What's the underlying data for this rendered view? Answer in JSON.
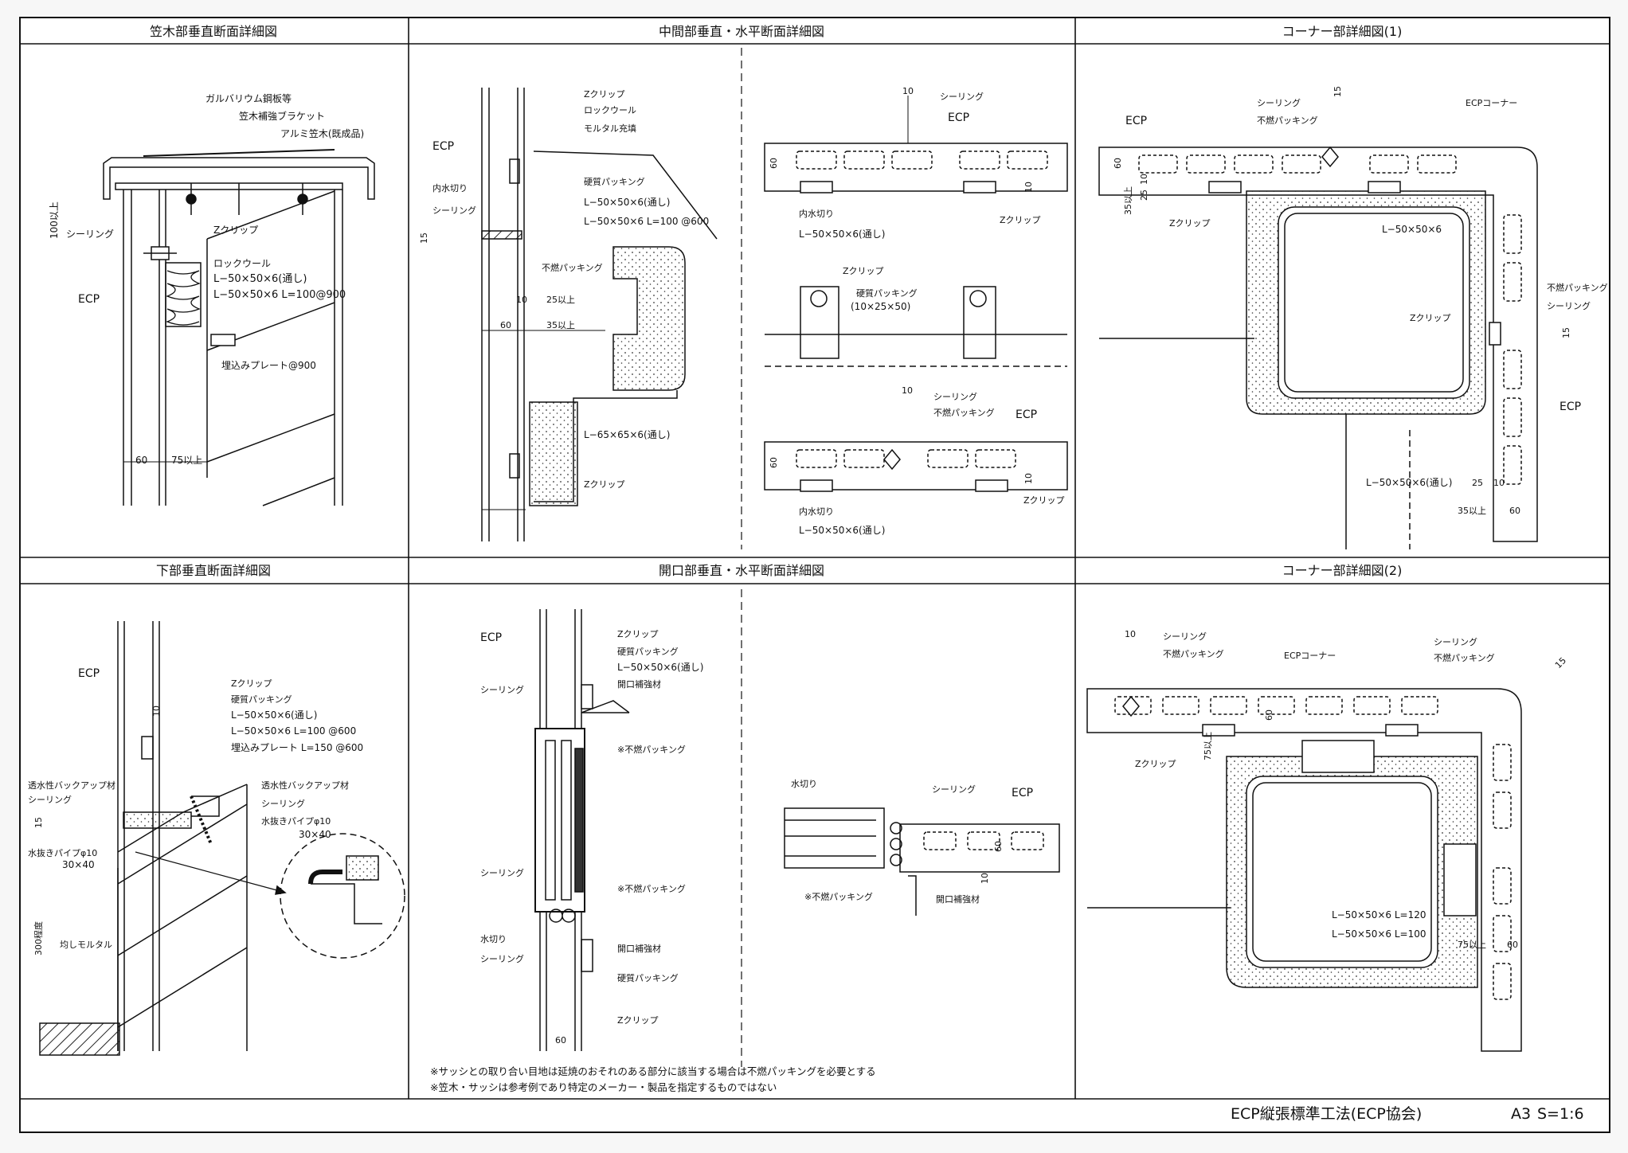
{
  "panels": {
    "kasagi": {
      "title": "笠木部垂直断面詳細図",
      "labels": {
        "galvalume": "ガルバリウム鋼板等",
        "bracket": "笠木補強ブラケット",
        "alumi": "アルミ笠木(既成品)",
        "dim100": "100以上",
        "sealing": "シーリング",
        "zclip": "Zクリップ",
        "rockwool": "ロックウール",
        "angle1": "L−50×50×6(通し)",
        "angle2": "L−50×50×6  L=100@900",
        "ecp": "ECP",
        "plate": "埋込みプレート@900",
        "dim60": "60",
        "dim75": "75以上"
      }
    },
    "chukan": {
      "title": "中間部垂直・水平断面詳細図",
      "labels": {
        "zclip": "Zクリップ",
        "rockwool": "ロックウール",
        "mortar": "モルタル充填",
        "ecp": "ECP",
        "packing": "硬質パッキング",
        "angle1": "L−50×50×6(通し)",
        "angle2": "L−50×50×6  L=100  @600",
        "uchimizukiri": "内水切り",
        "sealing": "シーリング",
        "dim15": "15",
        "funen": "不燃パッキング",
        "dim10": "10",
        "dim25": "25以上",
        "dim60": "60",
        "dim35": "35以上",
        "angle3": "L−65×65×6(通し)",
        "zclip2": "Zクリップ",
        "h_dim10": "10",
        "h_sealing": "シーリング",
        "h_ecp": "ECP",
        "h_dim60": "60",
        "h_dim10b": "10",
        "h_uchimizukiri": "内水切り",
        "h_angle": "L−50×50×6(通し)",
        "h_zclip": "Zクリップ",
        "m_zclip": "Zクリップ",
        "m_packing": "硬質パッキング",
        "m_size": "(10×25×50)",
        "b_dim10": "10",
        "b_sealing": "シーリング",
        "b_funen": "不燃パッキング",
        "b_ecp": "ECP",
        "b_dim60": "60",
        "b_dim10b": "10",
        "b_uchimizukiri": "内水切り",
        "b_zclip": "Zクリップ",
        "b_angle": "L−50×50×6(通し)"
      }
    },
    "corner1": {
      "title": "コーナー部詳細図(1)",
      "labels": {
        "sealing": "シーリング",
        "funen": "不燃パッキング",
        "dim15": "15",
        "ecpcorner": "ECPコーナー",
        "ecp": "ECP",
        "dim60": "60",
        "dim10": "10",
        "dim25": "25",
        "dim35": "35以上",
        "zclip": "Zクリップ",
        "angle": "L−50×50×6",
        "funen2": "不燃パッキング",
        "sealing2": "シーリング",
        "dim15b": "15",
        "zclip2": "Zクリップ",
        "ecp2": "ECP",
        "angle2": "L−50×50×6(通し)",
        "dim25b": "25",
        "dim10b": "10",
        "dim35b": "35以上",
        "dim60b": "60"
      }
    },
    "kabu": {
      "title": "下部垂直断面詳細図",
      "labels": {
        "ecp": "ECP",
        "zclip": "Zクリップ",
        "dim10": "10",
        "packing": "硬質パッキング",
        "angle1": "L−50×50×6(通し)",
        "angle2": "L−50×50×6  L=100  @600",
        "plate": "埋込みプレート  L=150  @600",
        "backup": "透水性バックアップ材",
        "sealing": "シーリング",
        "dim15": "15",
        "pipe": "水抜きパイプφ10",
        "size": "30×40",
        "backup2": "透水性バックアップ材",
        "sealing2": "シーリング",
        "pipe2": "水抜きパイプφ10",
        "size2": "30×40",
        "dim300": "300程度",
        "mortar": "均しモルタル"
      }
    },
    "kaiko": {
      "title": "開口部垂直・水平断面詳細図",
      "labels": {
        "ecp": "ECP",
        "zclip": "Zクリップ",
        "packing": "硬質パッキング",
        "angle": "L−50×50×6(通し)",
        "hokyo": "開口補強材",
        "sealing": "シーリング",
        "funen": "※不燃パッキング",
        "sealing2": "シーリング",
        "funen2": "※不燃パッキング",
        "mizukiri": "水切り",
        "hokyo2": "開口補強材",
        "sealing3": "シーリング",
        "packing2": "硬質パッキング",
        "zclip2": "Zクリップ",
        "dim60": "60",
        "h_mizukiri": "水切り",
        "h_sealing": "シーリング",
        "h_ecp": "ECP",
        "h_dim60": "60",
        "h_dim10": "10",
        "h_funen": "※不燃パッキング",
        "h_hokyo": "開口補強材",
        "note1": "※サッシとの取り合い目地は延焼のおそれのある部分に該当する場合は不燃パッキングを必要とする",
        "note2": "※笠木・サッシは参考例であり特定のメーカー・製品を指定するものではない"
      }
    },
    "corner2": {
      "title": "コーナー部詳細図(2)",
      "labels": {
        "dim10": "10",
        "sealing": "シーリング",
        "funen": "不燃パッキング",
        "ecpcorner": "ECPコーナー",
        "sealing2": "シーリング",
        "funen2": "不燃パッキング",
        "dim15": "15",
        "dim75": "75以上",
        "dim60": "60",
        "zclip": "Zクリップ",
        "angle1": "L−50×50×6  L=120",
        "angle2": "L−50×50×6  L=100",
        "dim75b": "75以上",
        "dim60b": "60"
      }
    }
  },
  "footer": {
    "title": "ECP縦張標準工法(ECP協会)",
    "size": "A3",
    "scale": "S=1:6"
  }
}
